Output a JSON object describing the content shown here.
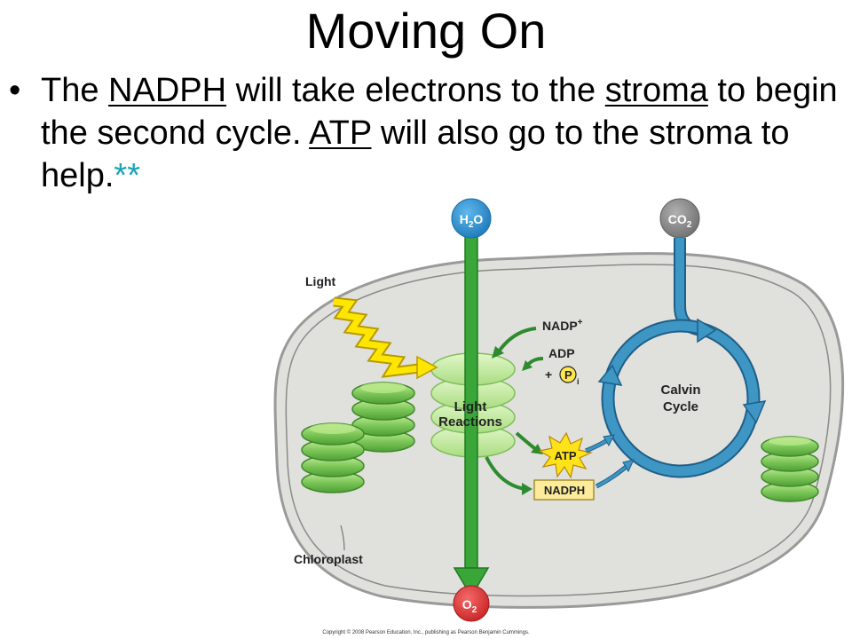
{
  "slide": {
    "title": "Moving On",
    "bullet": {
      "marker": "•",
      "seg1": "The ",
      "nadph": "NADPH",
      "seg2": " will take electrons to the ",
      "stroma": "stroma",
      "seg3": " to begin the second cycle. ",
      "atp": "ATP",
      "seg4": " will also go to the stroma to help.",
      "stars": "**"
    }
  },
  "diagram": {
    "light": "Light",
    "h2o": {
      "main": "H",
      "sub": "2",
      "tail": "O"
    },
    "co2": {
      "main": "CO",
      "sub": "2"
    },
    "o2": {
      "main": "O",
      "sub": "2"
    },
    "nadp": {
      "main": "NADP",
      "sup": "+"
    },
    "adp": "ADP",
    "plus": "+",
    "pi": {
      "main": "P",
      "sub": "i"
    },
    "light_reactions": [
      "Light",
      "Reactions"
    ],
    "calvin_cycle": [
      "Calvin",
      "Cycle"
    ],
    "atp": "ATP",
    "nadph": "NADPH",
    "chloroplast": "Chloroplast",
    "copyright": "Copyright © 2008 Pearson Education, Inc., publishing as Pearson Benjamin Cummings."
  },
  "colors": {
    "green_arrow": "#3aa63a",
    "blue_cycle": "#3d96c4",
    "h2o_circle": "#2c8fd0",
    "co2_circle": "#8c8c8c",
    "o2_circle": "#e23b3b",
    "chloroplast_fill": "#e0e0dc",
    "atp_star": "#ffe31a",
    "nadph_box": "#fbeb9a",
    "thylakoid": "#7ec85a"
  }
}
